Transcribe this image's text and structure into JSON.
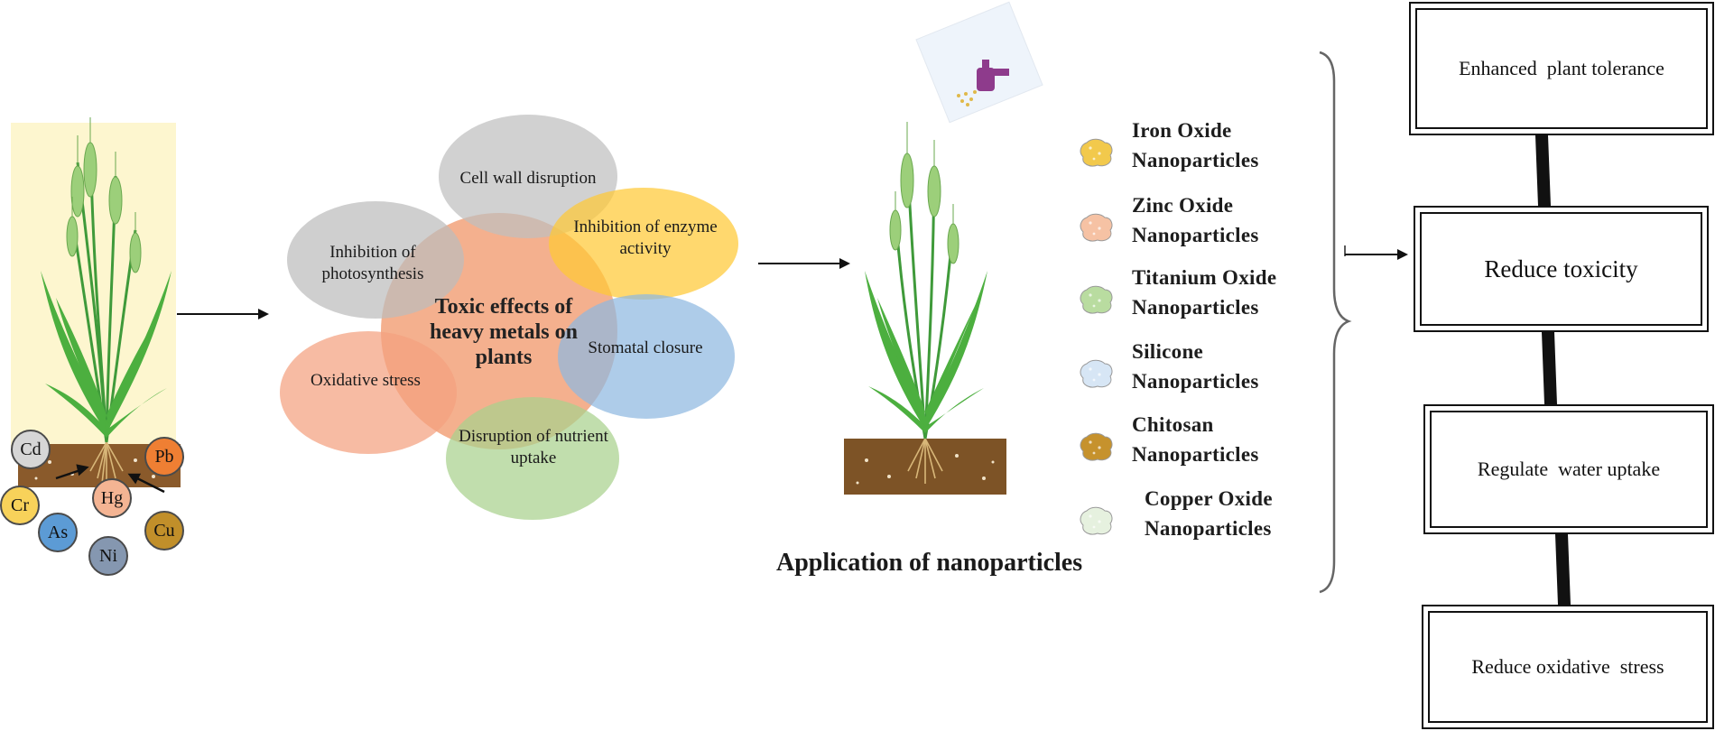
{
  "heavy_metals": [
    {
      "symbol": "Cd",
      "color": "#d6d6d6"
    },
    {
      "symbol": "Pb",
      "color": "#ef7f33"
    },
    {
      "symbol": "Cr",
      "color": "#f8d25a"
    },
    {
      "symbol": "Hg",
      "color": "#f4b493"
    },
    {
      "symbol": "As",
      "color": "#5c9bd5"
    },
    {
      "symbol": "Cu",
      "color": "#c18f2a"
    },
    {
      "symbol": "Ni",
      "color": "#8597b0"
    }
  ],
  "toxic_effects": {
    "center": "Toxic effects of heavy metals on plants",
    "center_color": "#f2a27a",
    "petals": [
      {
        "label": "Cell wall disruption",
        "color": "#bfbfbf"
      },
      {
        "label": "Inhibition of enzyme activity",
        "color": "#ffc936"
      },
      {
        "label": "Stomatal closure",
        "color": "#8fb9e0"
      },
      {
        "label": "Disruption of nutrient uptake",
        "color": "#a9d18e"
      },
      {
        "label": "Oxidative stress",
        "color": "#f4a17f"
      },
      {
        "label": "Inhibition of photosynthesis",
        "color": "#bcbcbc"
      }
    ]
  },
  "application": {
    "title": "Application of nanoparticles"
  },
  "nanoparticles": [
    {
      "line1": "Iron Oxide",
      "line2": "Nanoparticles",
      "color": "#f2c94c"
    },
    {
      "line1": "Zinc Oxide",
      "line2": "Nanoparticles",
      "color": "#f6c2a4"
    },
    {
      "line1": "Titanium Oxide",
      "line2": "Nanoparticles",
      "color": "#b9dca0"
    },
    {
      "line1": "Silicone",
      "line2": "Nanoparticles",
      "color": "#d7e6f5"
    },
    {
      "line1": "Chitosan",
      "line2": "Nanoparticles",
      "color": "#c6922d"
    },
    {
      "line1": "Copper Oxide",
      "line2": "Nanoparticles",
      "color": "#e6f1df"
    }
  ],
  "outcomes": [
    {
      "label": "Enhanced  plant tolerance"
    },
    {
      "label": "Reduce toxicity"
    },
    {
      "label": "Regulate  water uptake"
    },
    {
      "label": "Reduce oxidative  stress"
    }
  ]
}
